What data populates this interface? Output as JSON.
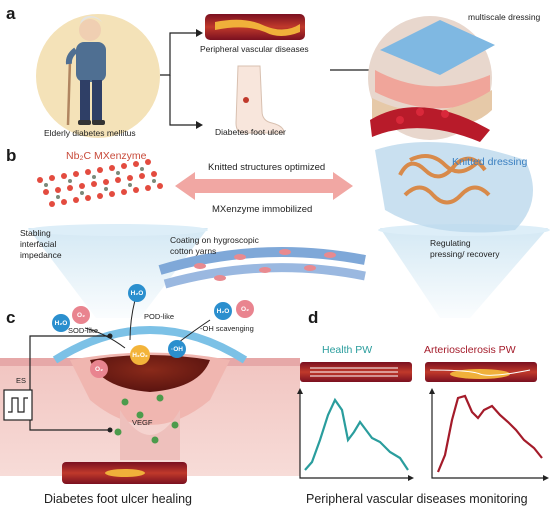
{
  "panels": {
    "a": "a",
    "b": "b",
    "c": "c",
    "d": "d"
  },
  "panel_a": {
    "elderly_label": "Elderly diabetes mellitus",
    "pvd_label": "Peripheral vascular diseases",
    "dfu_label": "Diabetes foot ulcer",
    "dressing_label": "multiscale dressing"
  },
  "panel_b": {
    "mxenzyme_title": "Nb₂C MXenzyme",
    "knitted_title": "Knitted dressing",
    "arrow_top": "Knitted structures optimized",
    "arrow_bottom": "MXenzyme immobilized",
    "stabling": "Stabling\ninterfacial\nimpedance",
    "coating": "Coating on hygroscopic\ncotton yarns",
    "regulating": "Regulating\npressing/ recovery"
  },
  "panel_c": {
    "sod": "SOD-like",
    "pod": "POD-like",
    "oh_scavenging": "-OH scavenging",
    "es": "ES",
    "vegf": "VEGF",
    "caption": "Diabetes foot ulcer healing",
    "molecules": {
      "o2": "O₂",
      "h2o": "H₂O",
      "h2o2": "H₂O₂",
      "oh": "·OH"
    }
  },
  "panel_d": {
    "health": "Health PW",
    "arterio": "Arteriosclerosis PW",
    "caption": "Peripheral vascular diseases monitoring"
  },
  "colors": {
    "health": "#2a9d9d",
    "arterio": "#a41b2a",
    "arrow": "#f1a7a3",
    "mxene": "#c84a3a",
    "knit": "#3a7fc0"
  }
}
